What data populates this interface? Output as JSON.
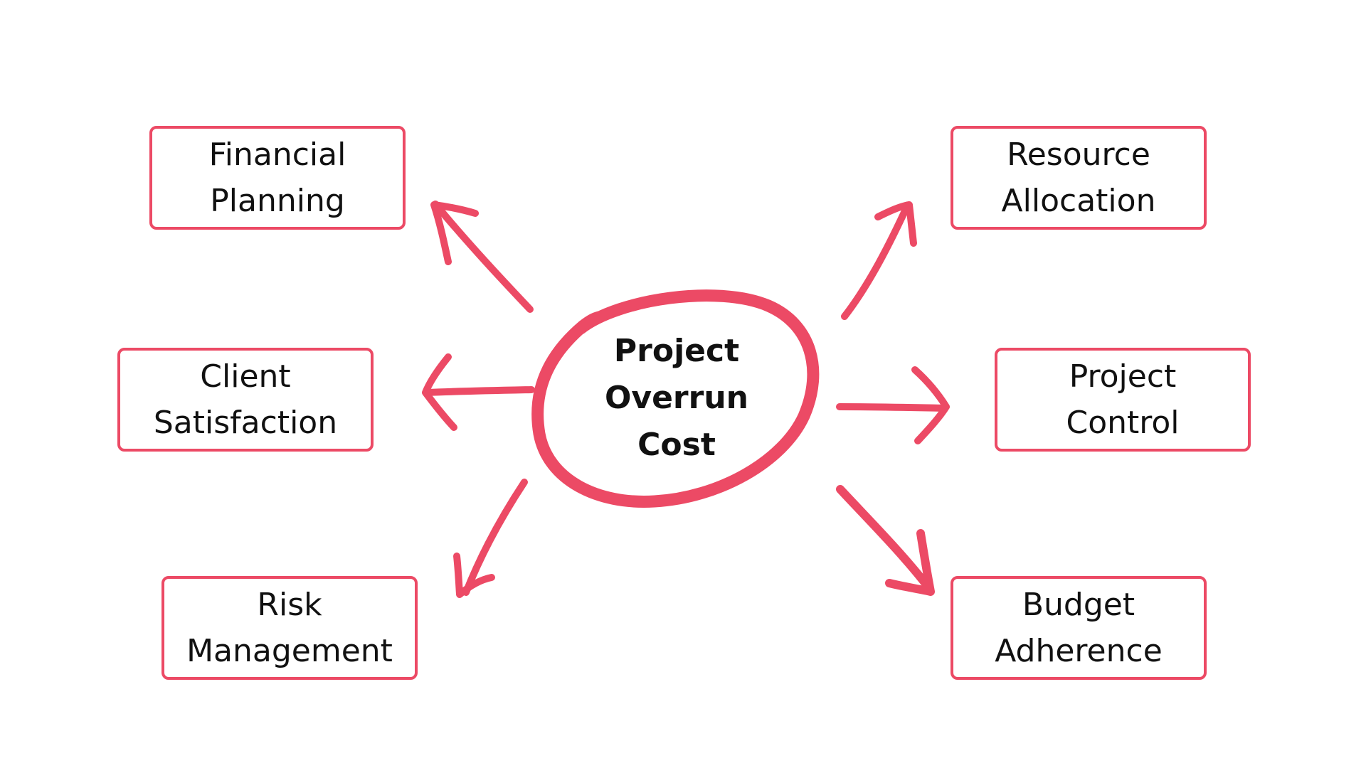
{
  "center": {
    "line1": "Project",
    "line2": "Overrun",
    "line3": "Cost"
  },
  "nodes": {
    "financial_planning": {
      "line1": "Financial",
      "line2": "Planning"
    },
    "client_satisfaction": {
      "line1": "Client",
      "line2": "Satisfaction"
    },
    "risk_management": {
      "line1": "Risk",
      "line2": "Management"
    },
    "resource_allocation": {
      "line1": "Resource",
      "line2": "Allocation"
    },
    "project_control": {
      "line1": "Project",
      "line2": "Control"
    },
    "budget_adherence": {
      "line1": "Budget",
      "line2": "Adherence"
    }
  },
  "colors": {
    "accent": "#ec4a65",
    "text": "#111111",
    "background": "#ffffff"
  }
}
